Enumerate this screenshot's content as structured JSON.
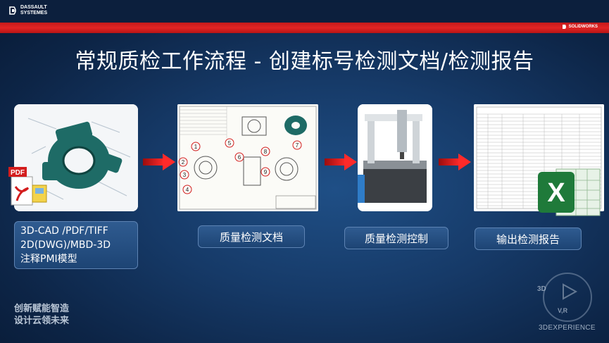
{
  "header": {
    "company_logo_line1": "DASSAULT",
    "company_logo_line2": "SYSTEMES",
    "product_logo": "SOLIDWORKS"
  },
  "title": "常规质检工作流程 - 创建标号检测文档/检测报告",
  "steps": [
    {
      "label_line1": "3D-CAD /PDF/TIFF",
      "label_line2": "2D(DWG)/MBD-3D",
      "label_line3": "注释PMI模型",
      "icon": "pdf-icon"
    },
    {
      "label": "质量检测文档",
      "balloons": [
        "1",
        "2",
        "3",
        "4",
        "5",
        "6",
        "7",
        "8",
        "9"
      ]
    },
    {
      "label": "质量检测控制"
    },
    {
      "label": "输出检测报告",
      "icon": "excel-icon",
      "excel_letter": "X"
    }
  ],
  "footer": {
    "slogan_line1": "创新赋能智造",
    "slogan_line2": "设计云领未来",
    "experience_logo": "3DEXPERIENCE",
    "version_text": "V,R",
    "play_3d": "3D"
  }
}
